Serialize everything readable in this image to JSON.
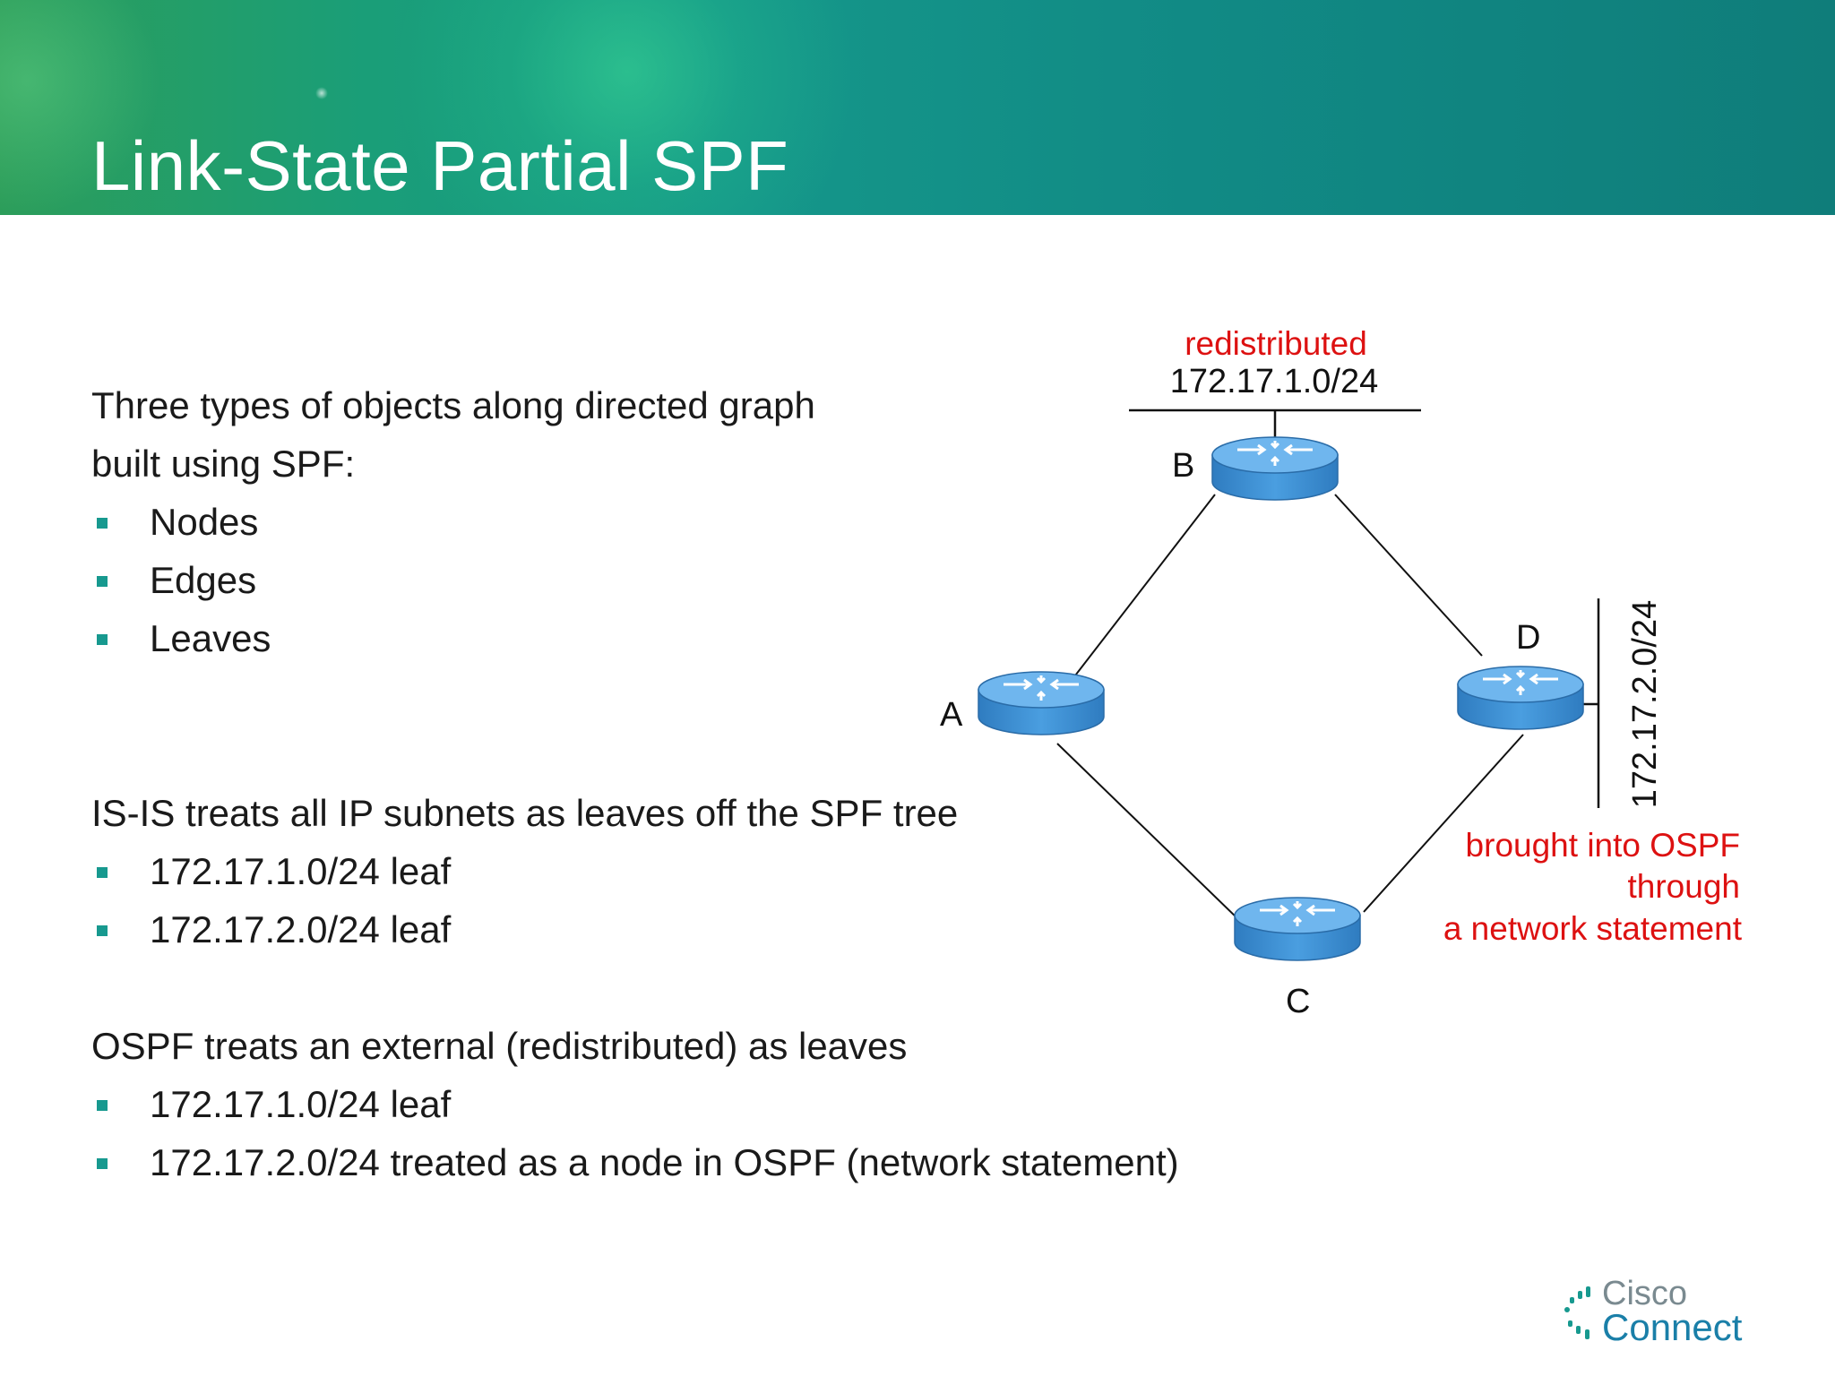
{
  "slide": {
    "title": "Link-State Partial SPF"
  },
  "content": {
    "intro_line1": "Three types of objects along directed graph",
    "intro_line2": "built using SPF:",
    "intro_items": [
      "Nodes",
      "Edges",
      "Leaves"
    ],
    "isis_heading": "IS-IS treats all IP subnets as leaves off the SPF tree",
    "isis_items": [
      "172.17.1.0/24 leaf",
      "172.17.2.0/24 leaf"
    ],
    "ospf_heading": "OSPF treats an external (redistributed) as leaves",
    "ospf_items": [
      "172.17.1.0/24 leaf",
      "172.17.2.0/24 treated as a node in OSPF (network statement)"
    ]
  },
  "diagram": {
    "routers": {
      "a": "A",
      "b": "B",
      "c": "C",
      "d": "D"
    },
    "subnet_top": {
      "note": "redistributed",
      "prefix": "172.17.1.0/24"
    },
    "subnet_right": {
      "prefix": "172.17.2.0/24",
      "note_line1": "brought into OSPF",
      "note_line2": "through",
      "note_line3": "a network statement"
    },
    "colors": {
      "router_body": "#3d8fd6",
      "router_top": "#6cb4ec",
      "note_red": "#dd1111",
      "bullet": "#17998f"
    }
  },
  "logo": {
    "line1": "Cisco",
    "line2": "Connect"
  }
}
